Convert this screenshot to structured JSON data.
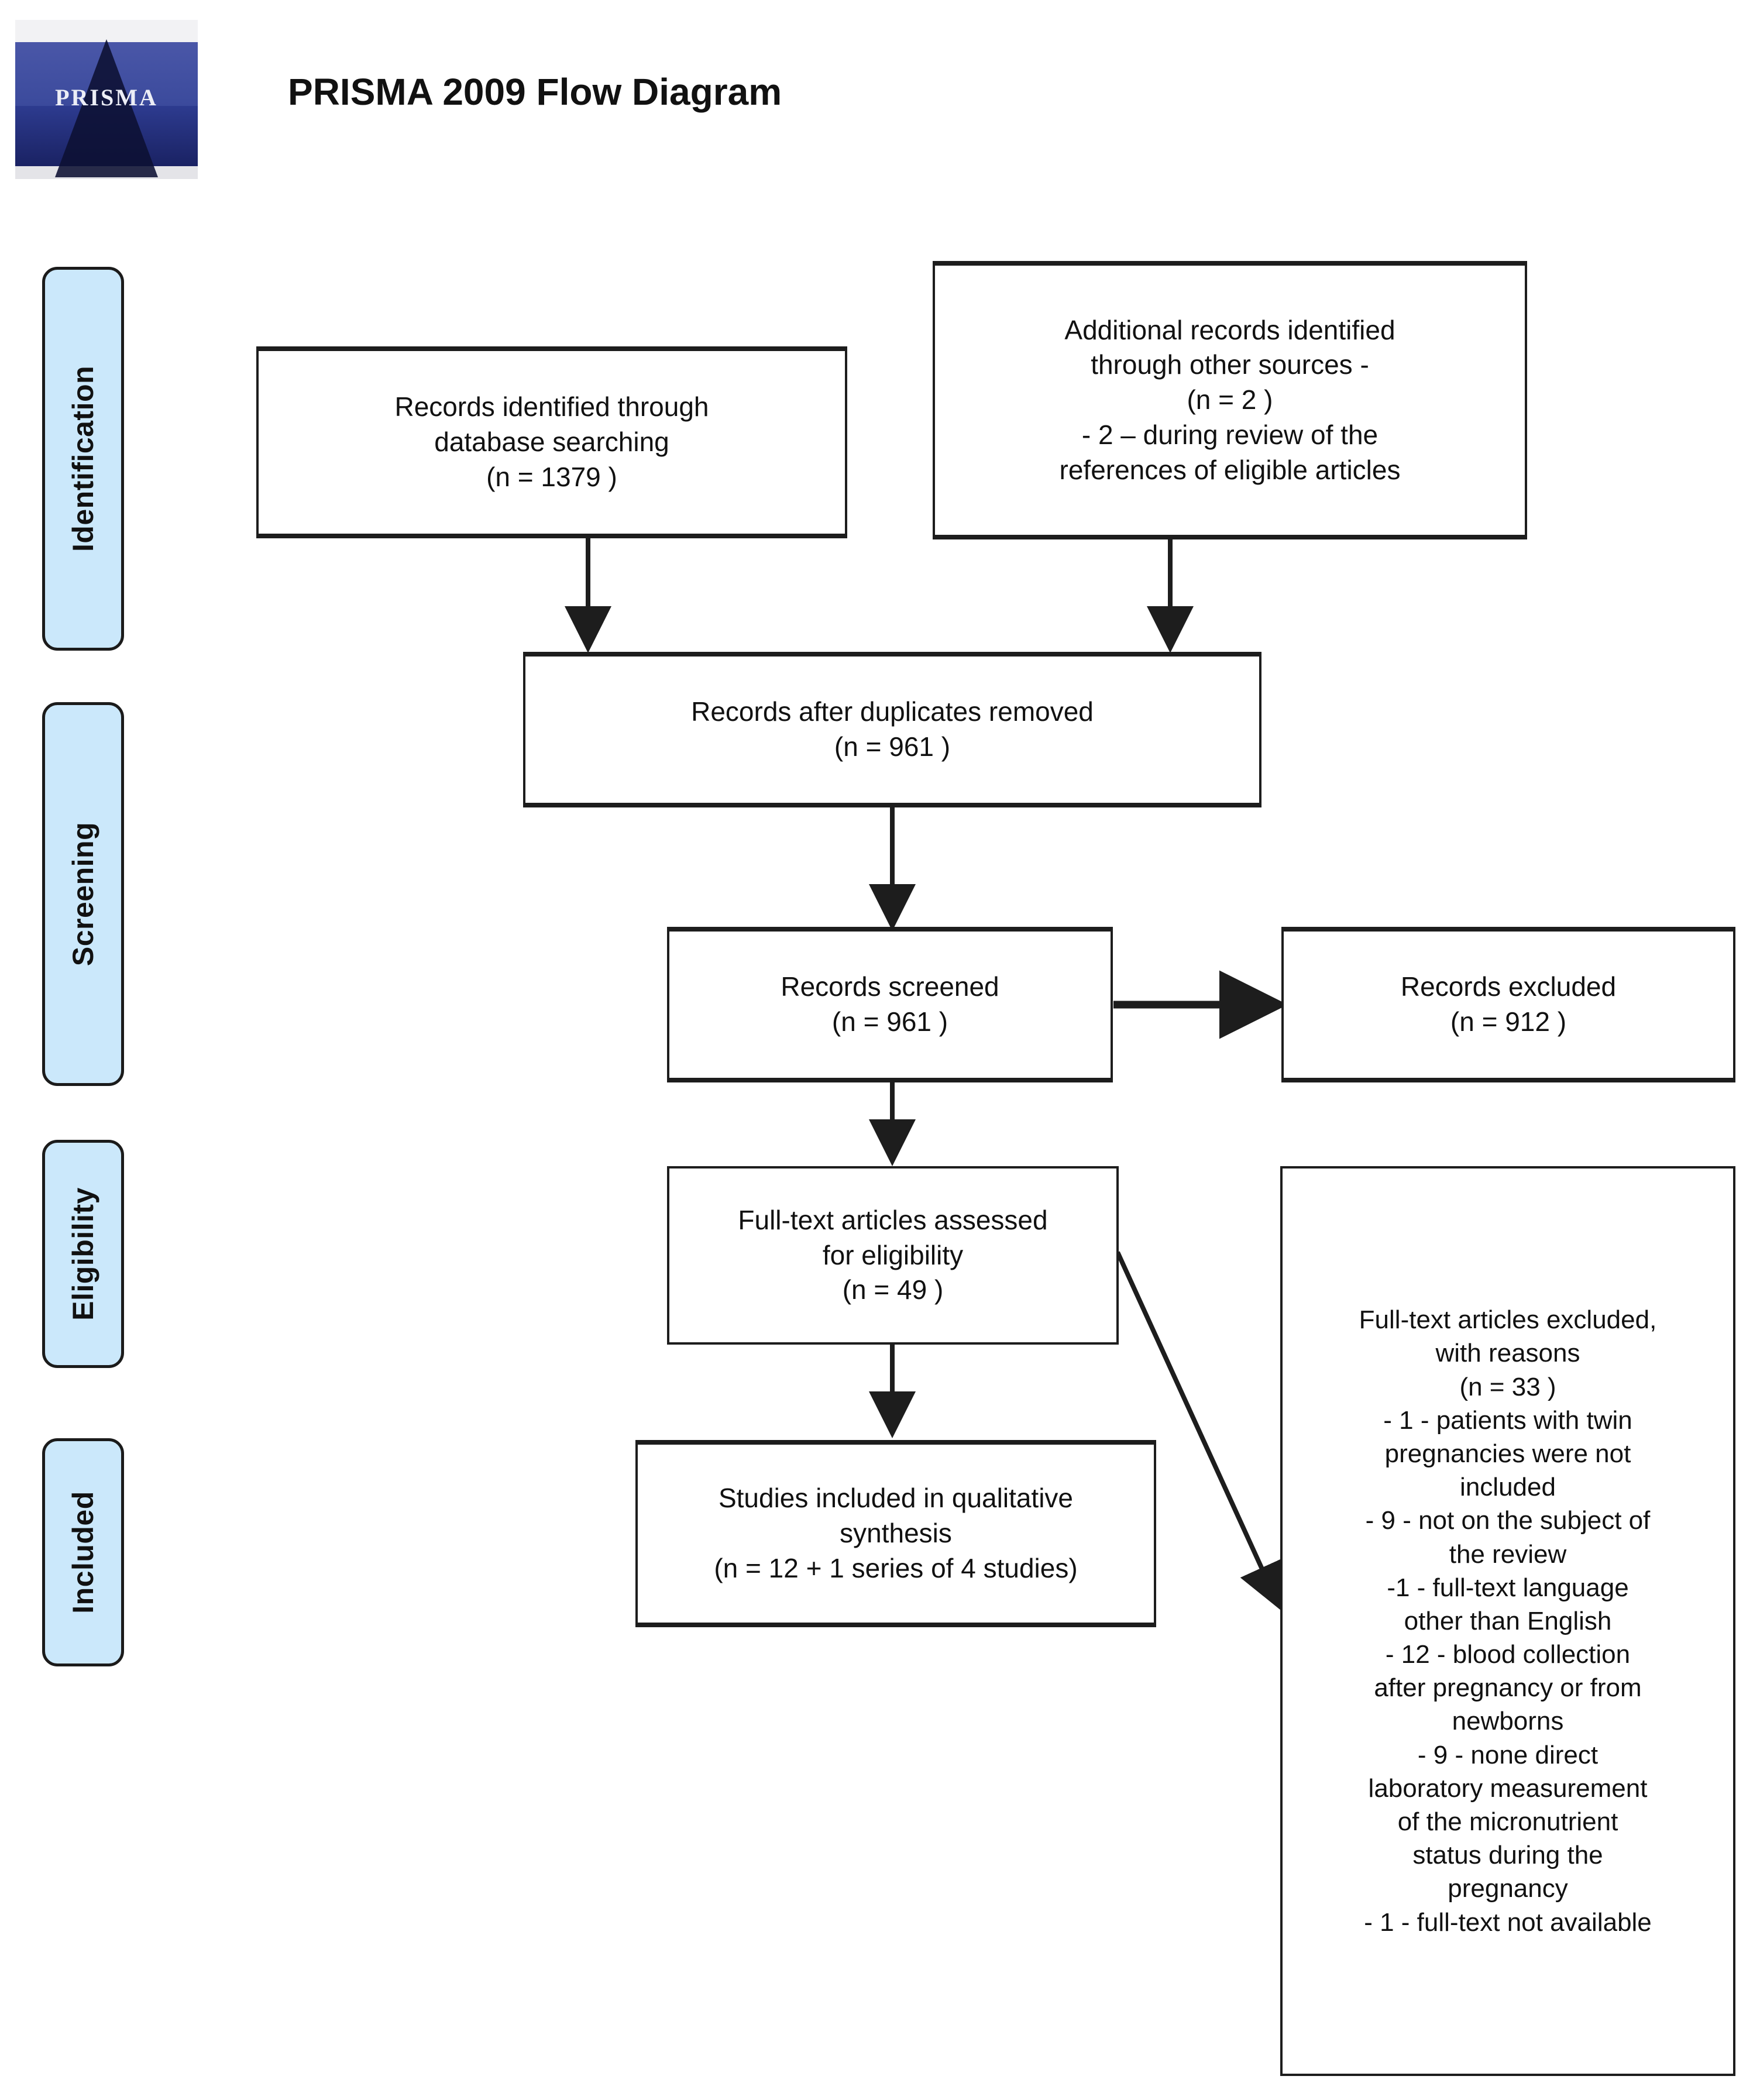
{
  "header": {
    "title": "PRISMA 2009 Flow Diagram",
    "logo_wordmark": "PRISMA"
  },
  "stages": [
    {
      "key": "identification",
      "label": "Identification"
    },
    {
      "key": "screening",
      "label": "Screening"
    },
    {
      "key": "eligibility",
      "label": "Eligibility"
    },
    {
      "key": "included",
      "label": "Included"
    }
  ],
  "boxes": {
    "records_database": "Records identified through\ndatabase searching\n(n = 1379 )",
    "records_other": "Additional records identified\nthrough other sources -\n(n = 2 )\n- 2 – during review of the\nreferences of eligible articles",
    "records_dedup": "Records after duplicates removed\n(n = 961 )",
    "records_screened": "Records screened\n(n = 961 )",
    "records_excluded": "Records excluded\n(n = 912 )",
    "fulltext_assessed": "Full-text articles assessed\nfor eligibility\n(n = 49 )",
    "fulltext_excluded": "Full-text articles excluded,\nwith reasons\n(n = 33 )\n- 1 - patients with twin\npregnancies were not\nincluded\n- 9 - not on the subject of\nthe review\n-1 - full-text language\nother than English\n- 12 - blood collection\nafter pregnancy or from\nnewborns\n- 9 - none direct\nlaboratory measurement\nof the micronutrient\nstatus during the\npregnancy\n- 1 - full-text not available",
    "studies_included": "Studies included in qualitative\nsynthesis\n(n = 12 + 1 series of 4 studies)"
  },
  "counts": {
    "records_database": 1379,
    "records_other": 2,
    "records_dedup": 961,
    "records_screened": 961,
    "records_excluded": 912,
    "fulltext_assessed": 49,
    "fulltext_excluded": 33,
    "studies_included_n": "12 + 1 series of 4 studies"
  },
  "exclusion_reasons": [
    {
      "count": 1,
      "reason": "patients with twin pregnancies were not included"
    },
    {
      "count": 9,
      "reason": "not on the subject of the review"
    },
    {
      "count": 1,
      "reason": "full-text language other than English"
    },
    {
      "count": 12,
      "reason": "blood collection after pregnancy or from newborns"
    },
    {
      "count": 9,
      "reason": "none direct laboratory measurement of the micronutrient status during the pregnancy"
    },
    {
      "count": 1,
      "reason": "full-text not available"
    }
  ],
  "colors": {
    "stage_tab_fill": "#cbe8fb",
    "stroke": "#1d1d1d",
    "text": "#111111",
    "logo_blue": "#3b4a9c"
  }
}
